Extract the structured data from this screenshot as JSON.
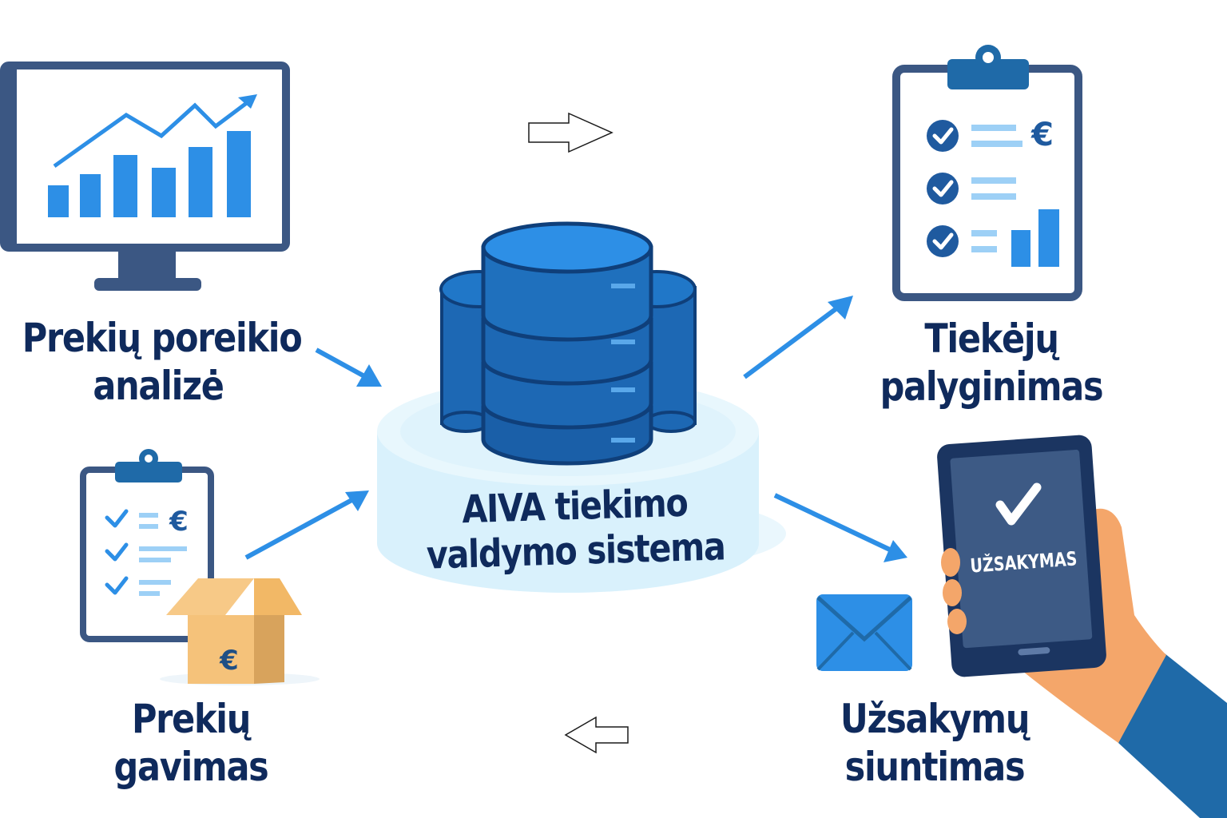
{
  "center": {
    "line1": "AIVA tiekimo",
    "line2": "valdymo sistema"
  },
  "steps": {
    "demand": {
      "line1": "Prekių poreikio",
      "line2": "analizė"
    },
    "supplier": {
      "line1": "Tiekėjų",
      "line2": "palyginimas"
    },
    "order": {
      "line1": "Užsakymų",
      "line2": "siuntimas"
    },
    "receive": {
      "line1": "Prekių",
      "line2": "gavimas"
    }
  },
  "phone": {
    "screen_text": "UŽSAKYMAS"
  },
  "currency_symbol": "€",
  "colors": {
    "navy": "#0f2a5c",
    "frame": "#3b5783",
    "blue": "#2d8fe6",
    "db_blue": "#1d68b4",
    "light_blue": "#dcf2fc",
    "box": "#f2b866",
    "skin": "#f4a66a",
    "sleeve": "#1f6aa8"
  }
}
